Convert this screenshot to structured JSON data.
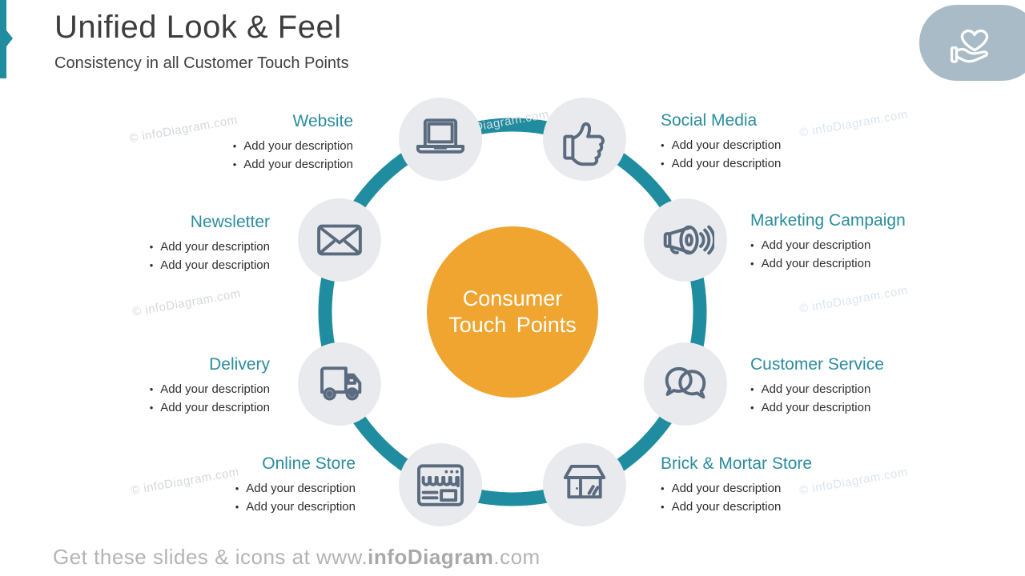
{
  "slide": {
    "title": "Unified Look & Feel",
    "subtitle": "Consistency in all Customer Touch Points",
    "watermark": "© infoDiagram.com",
    "footer_prefix": "Get these slides & icons at www.",
    "footer_brand": "infoDiagram",
    "footer_suffix": ".com"
  },
  "center": {
    "line1": "Consumer",
    "line2": "Touch Points"
  },
  "ui": {
    "bullet_char": "•"
  },
  "touchpoints": [
    {
      "label": "Website",
      "icon": "laptop-icon",
      "bullets": [
        "Add your description",
        "Add your description"
      ]
    },
    {
      "label": "Social Media",
      "icon": "thumbs-up-icon",
      "bullets": [
        "Add your description",
        "Add your description"
      ]
    },
    {
      "label": "Newsletter",
      "icon": "envelope-icon",
      "bullets": [
        "Add your description",
        "Add your description"
      ]
    },
    {
      "label": "Marketing Campaign",
      "icon": "megaphone-icon",
      "bullets": [
        "Add your description",
        "Add your description"
      ]
    },
    {
      "label": "Delivery",
      "icon": "truck-icon",
      "bullets": [
        "Add your description",
        "Add your description"
      ]
    },
    {
      "label": "Customer Service",
      "icon": "speech-bubbles-icon",
      "bullets": [
        "Add your description",
        "Add your description"
      ]
    },
    {
      "label": "Online Store",
      "icon": "online-store-icon",
      "bullets": [
        "Add your description",
        "Add your description"
      ]
    },
    {
      "label": "Brick & Mortar Store",
      "icon": "storefront-icon",
      "bullets": [
        "Add your description",
        "Add your description"
      ]
    }
  ],
  "colors": {
    "accent_teal": "#1F8CA0",
    "heading_teal": "#2B8C9E",
    "center_orange": "#EFA52F",
    "icon_slate": "#5A6B80",
    "icon_circle_bg": "#E9EAED",
    "badge_bg": "#A9BBC7"
  }
}
